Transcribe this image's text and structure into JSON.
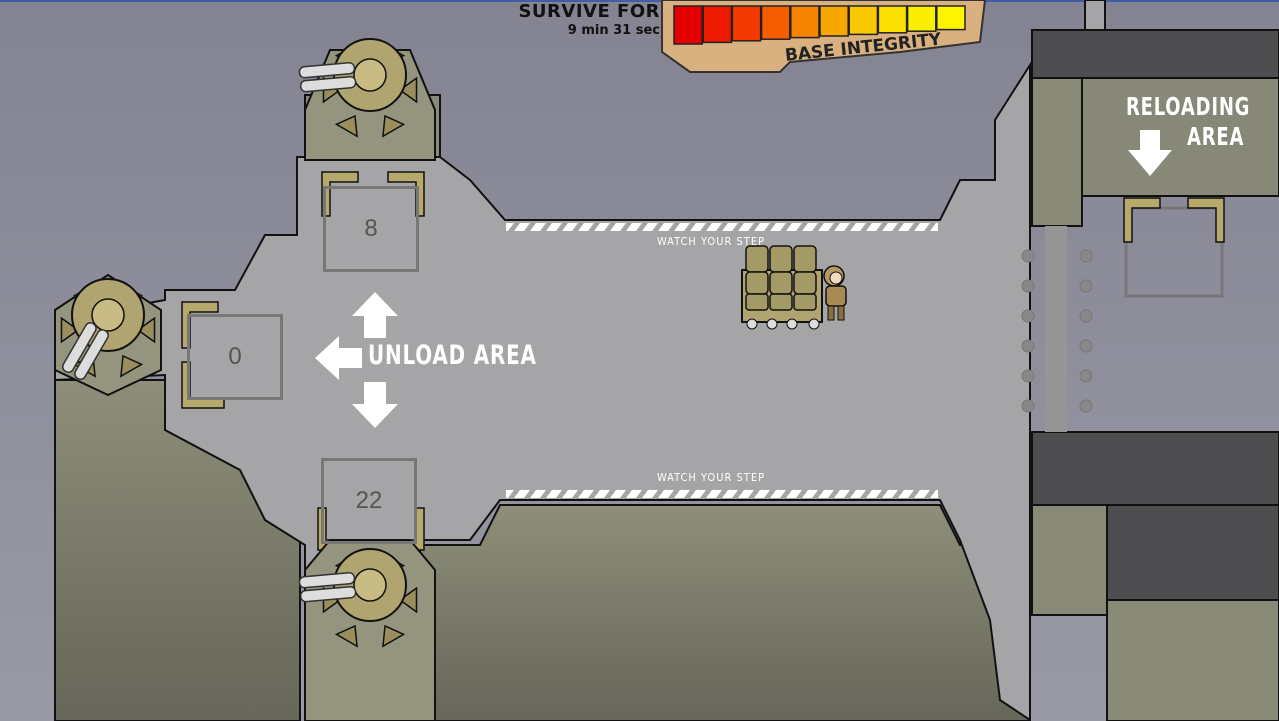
{
  "hud": {
    "survive_label": "SURVIVE FOR",
    "survive_time": "9 min 31 sec",
    "base_integrity_label": "BASE INTEGRITY",
    "integrity_segments": 10,
    "integrity_value": 1.0,
    "integrity_colors": [
      "#e40000",
      "#ee1a00",
      "#f23a00",
      "#f45e00",
      "#f68400",
      "#f7a800",
      "#f8c800",
      "#f9e000",
      "#fbef00",
      "#fdf500"
    ]
  },
  "areas": {
    "unload_label": "UNLOAD AREA",
    "reloading_label_line1": "RELOADING",
    "reloading_label_line2": "AREA",
    "watch_top": "WATCH YOUR STEP",
    "watch_bottom": "WATCH YOUR STEP"
  },
  "ammo_slots": {
    "top": "8",
    "left": "0",
    "bottom": "22"
  },
  "colors": {
    "floor": "#a4a4a6",
    "wall": "#8c8c7a",
    "turret": "#b0a470",
    "sky_top": "#7a7a8a",
    "sky_bottom": "#5a5a68"
  }
}
